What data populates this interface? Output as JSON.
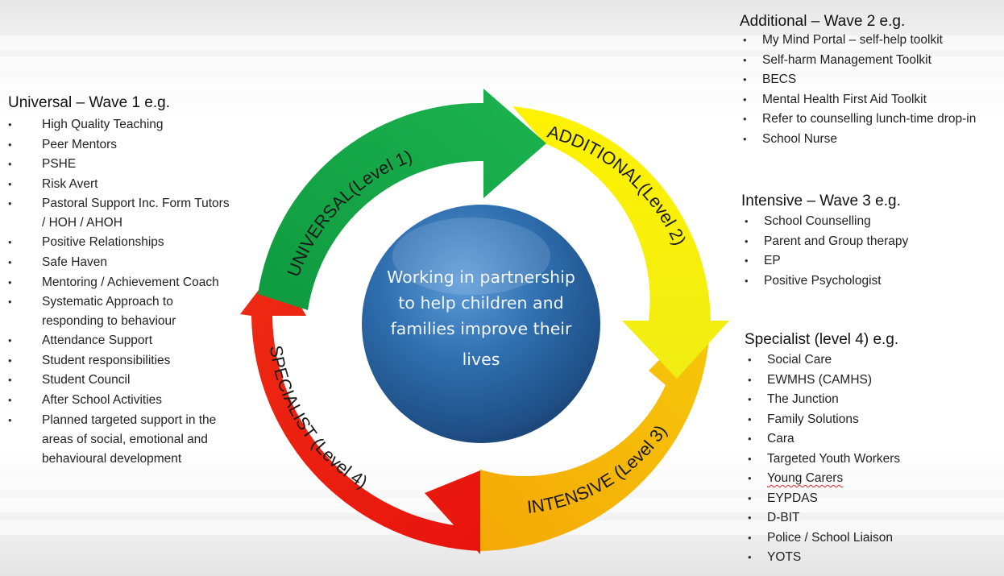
{
  "center_text": [
    "Working in partnership",
    "to help children and",
    "families improve their",
    "lives"
  ],
  "ring": {
    "universal": "UNIVERSAL(Level 1)",
    "additional": "ADDITIONAL(Level 2)",
    "intensive": "INTENSIVE (Level 3)",
    "specialist": "SPECIALIST (Level 4)"
  },
  "colors": {
    "green": "#14a84a",
    "yellow": "#f5f50a",
    "orange": "#f6b407",
    "red": "#e9170d",
    "sphere": "#2f6fb0"
  },
  "wave1": {
    "title": "Universal – Wave 1 e.g.",
    "items": [
      "High Quality Teaching",
      "Peer Mentors",
      "PSHE",
      "Risk Avert",
      [
        "Pastoral Support Inc. Form Tutors",
        "/ HOH / AHOH"
      ],
      "Positive Relationships",
      "Safe Haven",
      "Mentoring / Achievement Coach",
      [
        "Systematic Approach to",
        "responding to behaviour"
      ],
      "Attendance Support",
      "Student responsibilities",
      "Student Council",
      "After School Activities",
      [
        "Planned targeted support in the",
        "areas of social, emotional and",
        "behavioural development"
      ]
    ]
  },
  "wave2": {
    "title": "Additional – Wave 2 e.g.",
    "items": [
      "My Mind Portal – self-help toolkit",
      "Self-harm Management Toolkit",
      "BECS",
      "Mental Health First Aid Toolkit",
      "Refer to counselling lunch-time drop-in",
      "School Nurse"
    ]
  },
  "wave3": {
    "title": "Intensive – Wave 3 e.g.",
    "items": [
      "School Counselling",
      "Parent and Group therapy",
      "EP",
      "Positive Psychologist"
    ]
  },
  "level4": {
    "title": "Specialist (level 4) e.g.",
    "items": [
      "Social Care",
      "EWMHS (CAMHS)",
      "The Junction",
      "Family Solutions",
      "Cara",
      "Targeted Youth Workers",
      "Young Carers",
      "EYPDAS",
      "D-BIT",
      "Police / School Liaison",
      "YOTS"
    ]
  }
}
